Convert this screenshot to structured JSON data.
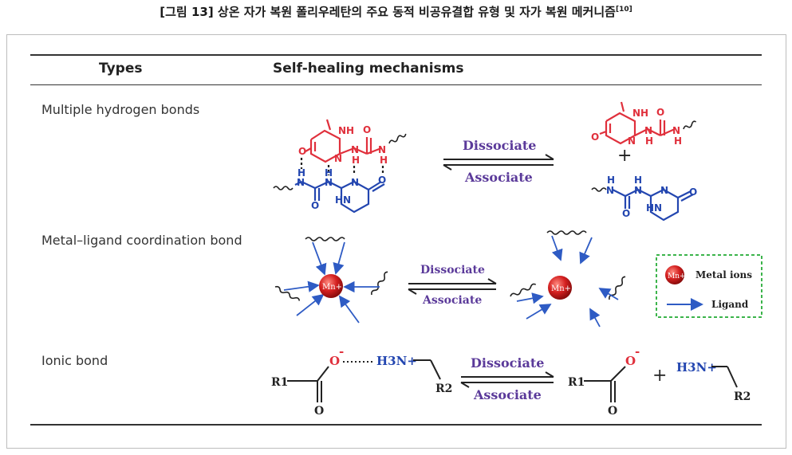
{
  "caption": {
    "text": "[그림 13] 상온 자가 복원 폴리우레탄의 주요 동적 비공유결합 유형 및 자가 복원 메커니즘",
    "ref": "[10]"
  },
  "table": {
    "col_types": "Types",
    "col_mechanisms": "Self-healing mechanisms",
    "rows": [
      {
        "label": "Multiple hydrogen bonds"
      },
      {
        "label": "Metal–ligand coordination bond"
      },
      {
        "label": "Ionic bond"
      }
    ]
  },
  "scheme": {
    "dissociate": "Dissociate",
    "associate": "Associate",
    "plus": "+",
    "atoms": {
      "nh": "NH",
      "n": "N",
      "h": "H",
      "o": "O",
      "hn": "HN",
      "metal": "Mn+",
      "o_minus": "O",
      "minus": "-",
      "ammonium": "H3N+",
      "r1": "R1",
      "r2": "R2"
    },
    "legend": {
      "metal_ions": "Metal ions",
      "ligand": "Ligand",
      "metal_symbol": "Mn+"
    }
  },
  "colors": {
    "red_molecule": "#e0303c",
    "blue_molecule": "#2346b0",
    "arrow_label": "#5b3a9a",
    "ligand_arrow": "#2e5bc4",
    "legend_border": "#3cb44b",
    "metal_sphere": "#d42020"
  }
}
